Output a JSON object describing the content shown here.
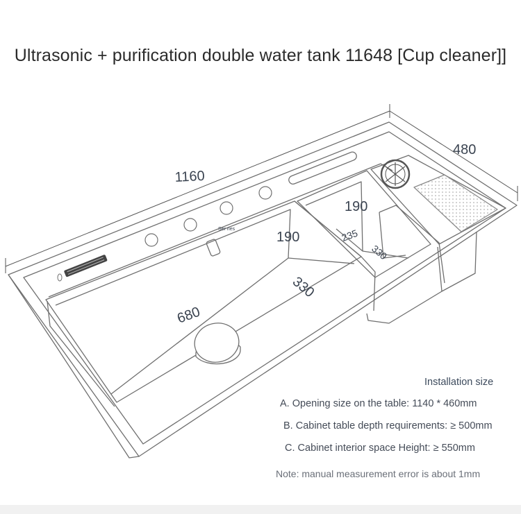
{
  "title": "Ultrasonic + purification double water tank 11648 [Cup cleaner]]",
  "dimensions": {
    "length": "1160",
    "width": "480",
    "main_bowl_length": "680",
    "main_bowl_depth": "190",
    "main_bowl_width": "330",
    "side_bowl_depth": "190",
    "side_bowl_length": "235",
    "side_bowl_width": "330"
  },
  "sensor_label": "Ser\nries",
  "installation": {
    "heading": "Installation size",
    "line_a": "A. Opening size on the table: 1140 * 460mm",
    "line_b": "B. Cabinet table depth requirements: ≥ 500mm",
    "line_c": "C. Cabinet interior space Height: ≥ 550mm",
    "note": "Note: manual measurement error is about 1mm"
  },
  "colors": {
    "outline": "#6f6f6f",
    "dimension_line": "#555555",
    "text": "#3a4350"
  }
}
